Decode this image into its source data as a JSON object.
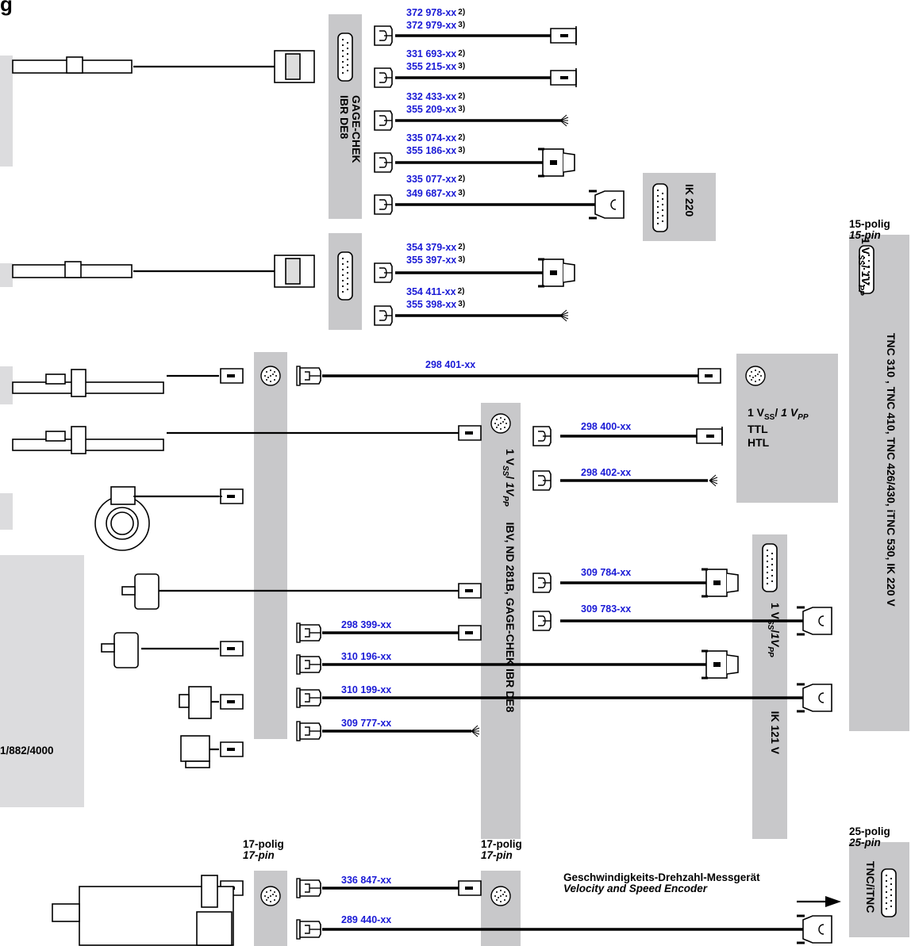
{
  "title_partial": "g",
  "connector_blocks": {
    "gage_chek_ibr": {
      "line1": "GAGE-CHEK",
      "line2": "IBR DE8"
    },
    "ik220": "IK 220",
    "ibv_block": {
      "signal": "1 V",
      "signal_sub": "SS",
      "signal_sep": "/ ",
      "signal_alt": "1V",
      "signal_alt_sub": "PP",
      "devices": "IBV, ND 281B, GAGE-CHEK IBR DE8"
    },
    "ik121v": {
      "signal": "1 V",
      "signal_sub": "SS",
      "signal_sep": "/",
      "signal_alt": "1V",
      "signal_alt_sub": "PP",
      "device": "IK 121 V"
    },
    "tnc15": {
      "header_de": "15-polig",
      "header_en": "15-pin",
      "signal": "1 V",
      "signal_sub": "SS",
      "signal_sep": "/ ",
      "signal_alt": "1V",
      "signal_alt_sub": "PP",
      "devices": "TNC 310 , TNC 410, TNC 426/430, iTNC 530, IK 220 V"
    },
    "tnc25": {
      "header_de": "25-polig",
      "header_en": "25-pin",
      "device": "TNC/iTNC"
    },
    "signal_box": {
      "line1_a": "1 V",
      "line1_sub": "SS",
      "line1_sep": "/ ",
      "line1_b": "1 V",
      "line1_b_sub": "PP",
      "line2": "TTL",
      "line3": "HTL"
    },
    "pin17_left": {
      "de": "17-polig",
      "en": "17-pin"
    },
    "pin17_mid": {
      "de": "17-polig",
      "en": "17-pin"
    },
    "partial_model": "1/882/4000"
  },
  "velocity_note": {
    "de": "Geschwindigkeits-Drehzahl-Messgerät",
    "en": "Velocity and Speed Encoder"
  },
  "cables": [
    {
      "id": "372 978-xx",
      "note": "2)"
    },
    {
      "id": "372 979-xx",
      "note": "3)"
    },
    {
      "id": "331 693-xx",
      "note": "2)"
    },
    {
      "id": "355 215-xx",
      "note": "3)"
    },
    {
      "id": "332 433-xx",
      "note": "2)"
    },
    {
      "id": "355 209-xx",
      "note": "3)"
    },
    {
      "id": "335 074-xx",
      "note": "2)"
    },
    {
      "id": "355 186-xx",
      "note": "3)"
    },
    {
      "id": "335 077-xx",
      "note": "2)"
    },
    {
      "id": "349 687-xx",
      "note": "3)"
    },
    {
      "id": "354 379-xx",
      "note": "2)"
    },
    {
      "id": "355 397-xx",
      "note": "3)"
    },
    {
      "id": "354 411-xx",
      "note": "2)"
    },
    {
      "id": "355 398-xx",
      "note": "3)"
    },
    {
      "id": "298 401-xx",
      "note": ""
    },
    {
      "id": "298 400-xx",
      "note": ""
    },
    {
      "id": "298 402-xx",
      "note": ""
    },
    {
      "id": "309 784-xx",
      "note": ""
    },
    {
      "id": "309 783-xx",
      "note": ""
    },
    {
      "id": "298 399-xx",
      "note": ""
    },
    {
      "id": "310 196-xx",
      "note": ""
    },
    {
      "id": "310 199-xx",
      "note": ""
    },
    {
      "id": "309 777-xx",
      "note": ""
    },
    {
      "id": "336 847-xx",
      "note": ""
    },
    {
      "id": "289 440-xx",
      "note": ""
    }
  ],
  "colors": {
    "panel": "#c8c8ca",
    "panel_light": "#dcdcde",
    "part_number": "#1a1ad6",
    "line": "#000000"
  }
}
